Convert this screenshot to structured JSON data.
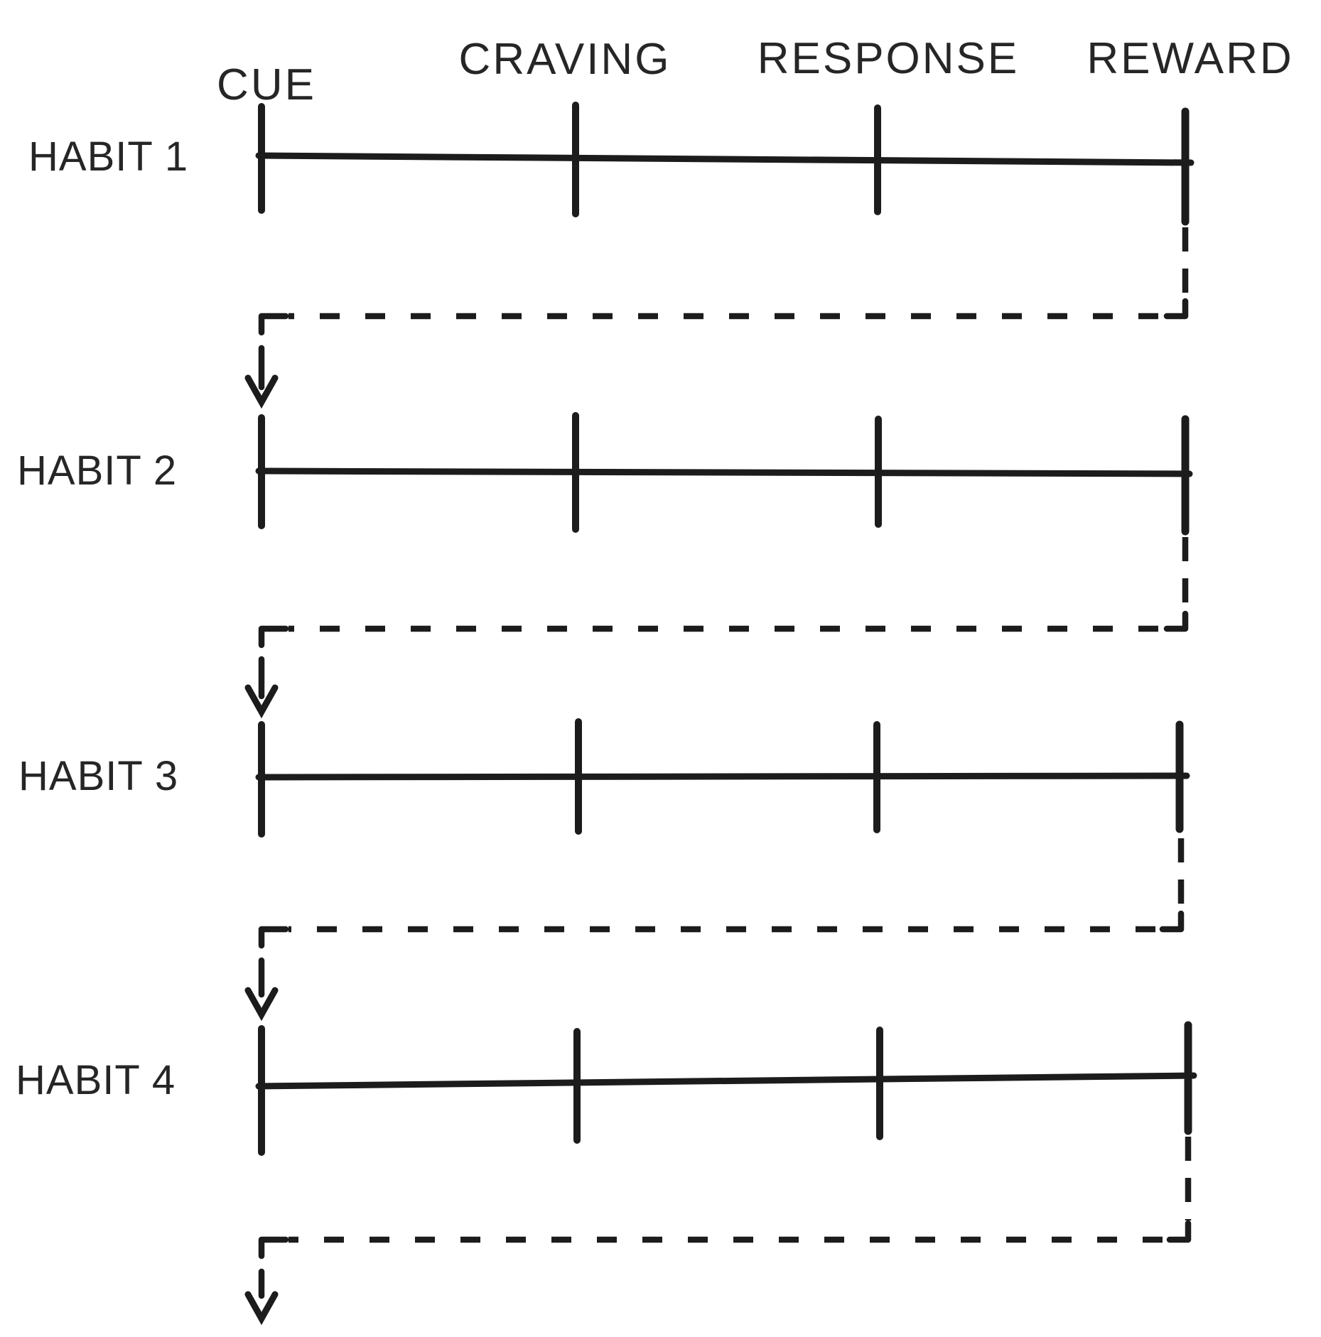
{
  "page": {
    "colors": {
      "paper": "#ffffff",
      "ink": "#1c1c1c",
      "text": "#262626"
    }
  },
  "columns": [
    {
      "label": "CUE"
    },
    {
      "label": "CRAVING"
    },
    {
      "label": "RESPONSE"
    },
    {
      "label": "REWARD"
    }
  ],
  "habits": [
    {
      "label": "HABIT 1"
    },
    {
      "label": "HABIT 2"
    },
    {
      "label": "HABIT 3"
    },
    {
      "label": "HABIT 4"
    }
  ],
  "connectors": [
    {
      "name": "habit-1-reward-to-habit-2-cue",
      "style": "dashed",
      "icon": "down-arrow-icon"
    },
    {
      "name": "habit-2-reward-to-habit-3-cue",
      "style": "dashed",
      "icon": "down-arrow-icon"
    },
    {
      "name": "habit-3-reward-to-habit-4-cue",
      "style": "dashed",
      "icon": "down-arrow-icon"
    },
    {
      "name": "habit-4-reward-exit",
      "style": "dashed",
      "icon": "down-arrow-icon"
    }
  ]
}
